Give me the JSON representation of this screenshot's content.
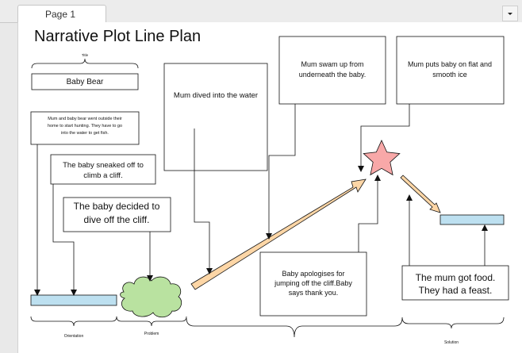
{
  "tab": {
    "label": "Page 1"
  },
  "diagram": {
    "title": "Narrative Plot Line Plan",
    "bracket_title_label": "Title",
    "title_box": "Baby Bear",
    "orientation_box": [
      "Mum and baby bear went outside their",
      "home to start hunting. They have to go",
      "into the water to get fish."
    ],
    "sneaked_box": [
      "The baby sneaked off to",
      "climb a cliff."
    ],
    "decided_box": [
      "The baby decided to",
      "dive off the cliff."
    ],
    "dived_box": "Mum dived into the water",
    "swam_box": [
      "Mum swam up from",
      "underneath the baby."
    ],
    "puts_box": [
      "Mum puts baby on flat and",
      "smooth ice"
    ],
    "apologises_box": [
      "Baby apologises for",
      "jumping off the cliff.Baby",
      "says thank you."
    ],
    "food_box": [
      "The mum got food.",
      "They had a feast."
    ],
    "label_orientation": "Orientation",
    "label_problem": "Problem",
    "label_solution": "Solution",
    "colors": {
      "bar": "#bde0f0",
      "cloud": "#b9e2a0",
      "arrow": "#fdd6a6",
      "star": "#f8a8a8"
    }
  }
}
